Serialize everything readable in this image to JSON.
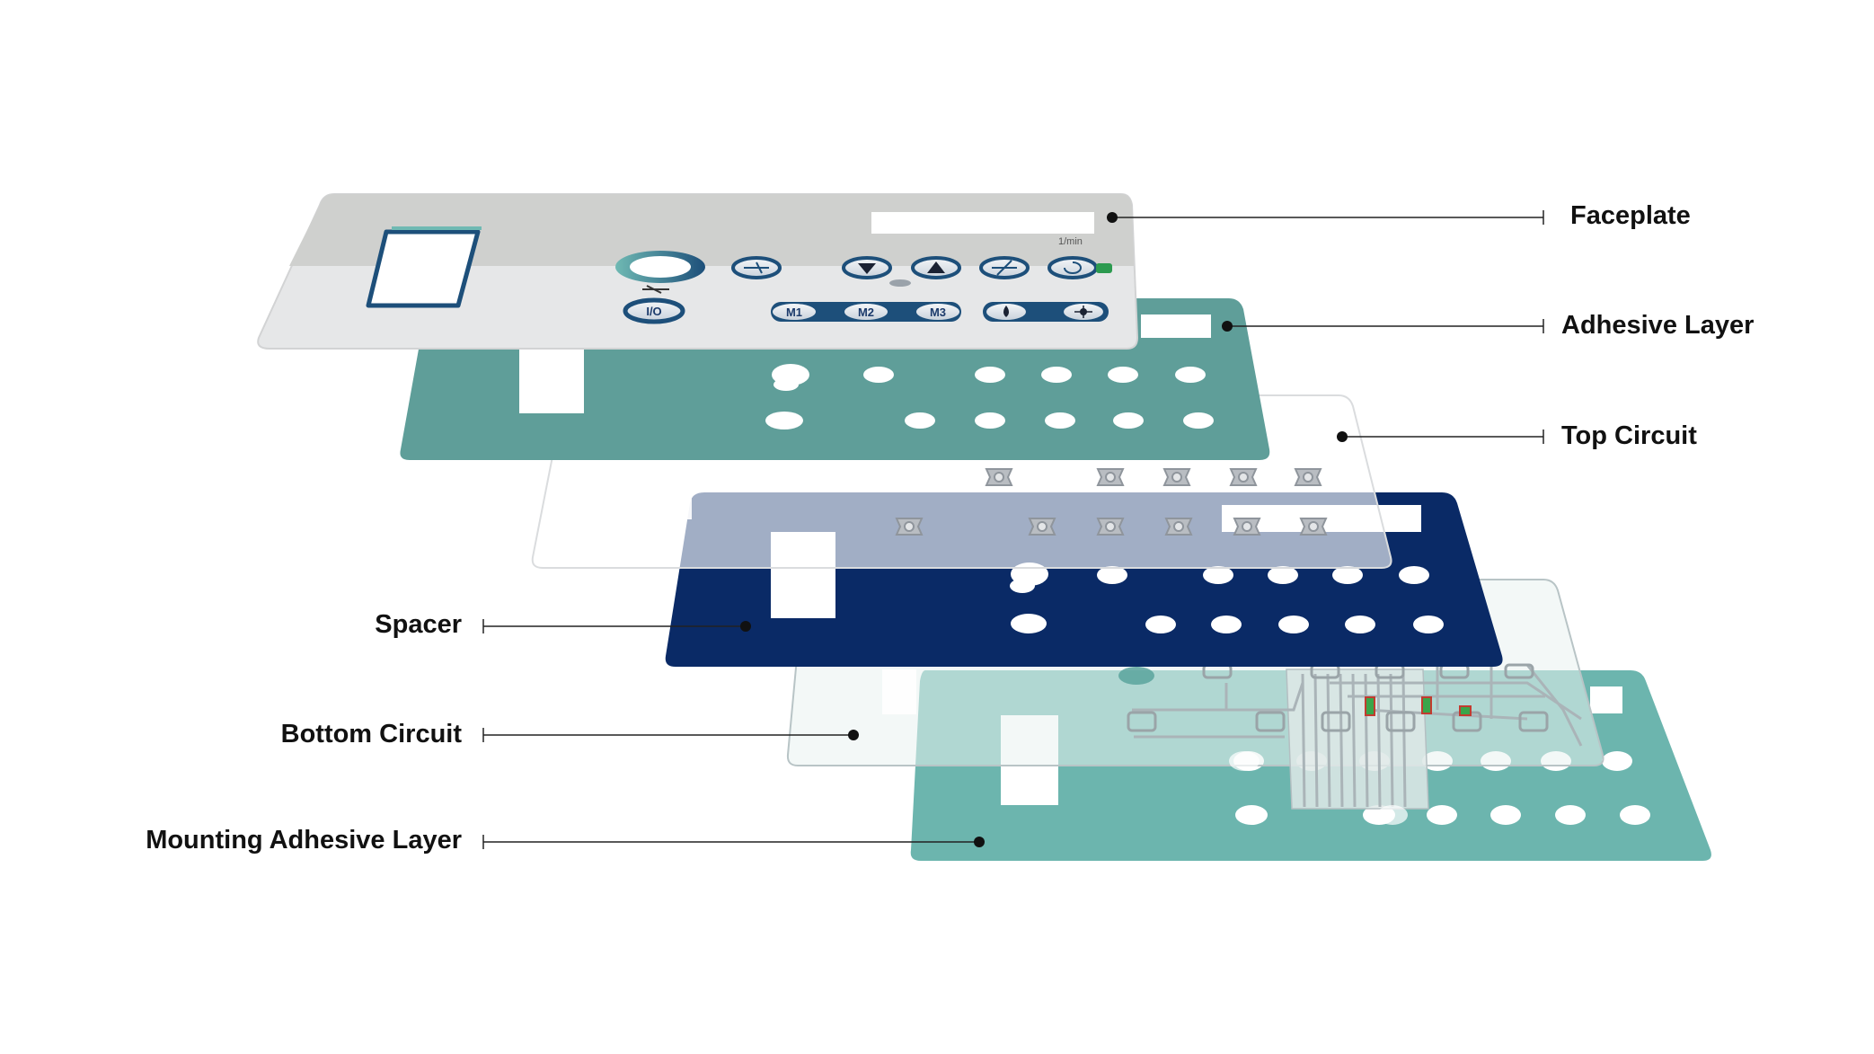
{
  "labels": {
    "faceplate": "Faceplate",
    "adhesive_layer": "Adhesive Layer",
    "top_circuit": "Top Circuit",
    "spacer": "Spacer",
    "bottom_circuit": "Bottom Circuit",
    "mounting_adhesive_layer": "Mounting Adhesive Layer"
  },
  "faceplate_text": {
    "unit": "1/min",
    "power": "I/O",
    "m1": "M1",
    "m2": "M2",
    "m3": "M3"
  },
  "colors": {
    "faceplate": "#e6e7e8",
    "faceplate_top": "#cfd0ce",
    "adhesive": "#5f9e99",
    "spacer": "#0a2a66",
    "mounting": "#6cb5ae",
    "button_ring": "#1d4f7a",
    "leader": "#222222"
  }
}
